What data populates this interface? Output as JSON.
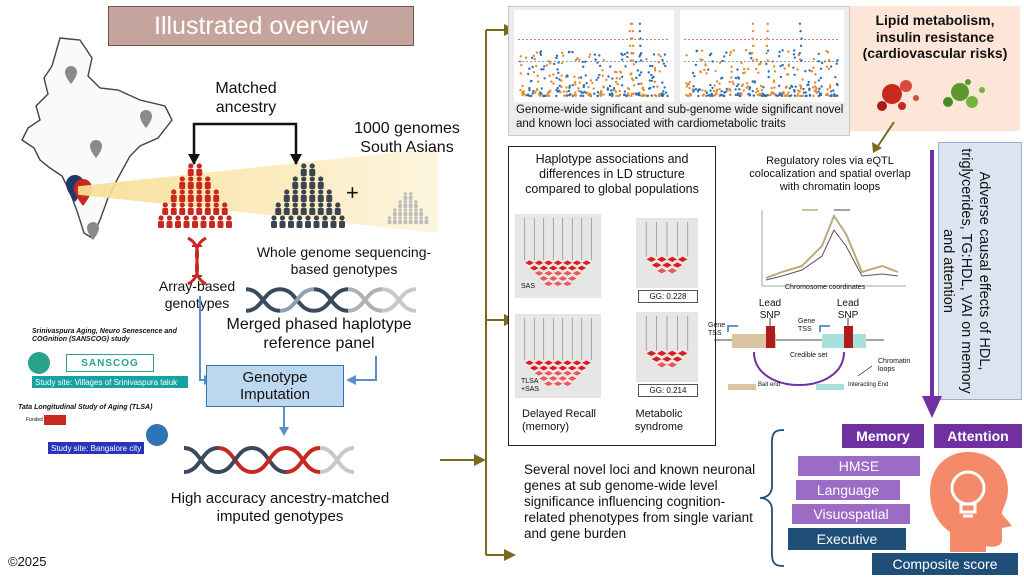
{
  "overview": {
    "title": "Illustrated overview",
    "matched_ancestry": "Matched ancestry",
    "thousand_genomes": "1000 genomes South Asians",
    "plus": "+",
    "array_genotypes": "Array-based genotypes",
    "wgs_genotypes": "Whole genome sequencing-based genotypes",
    "merged_panel": "Merged phased haplotype reference panel",
    "imputation": "Genotype Imputation",
    "high_accuracy": "High accuracy ancestry-matched imputed genotypes",
    "copyright": "©2025"
  },
  "studies": {
    "sanscog_title": "Srinivaspura Aging, Neuro Senescence and COGnition (SANSCOG) study",
    "sanscog_site": "Study site: Villages of Srinivaspura taluk",
    "sanscog_logo": "SANSCOG",
    "tlsa_title": "Tata Longitudinal Study of Aging (TLSA)",
    "tlsa_site": "Study site: Bangalore city",
    "tlsa_funded": "Funded by"
  },
  "gwas": {
    "caption": "Genome-wide significant and sub-genome wide significant novel and known loci associated with cardiometabolic traits"
  },
  "lipid": {
    "title": "Lipid metabolism, insulin resistance (cardiovascular risks)"
  },
  "haplotype": {
    "title": "Haplotype associations and differences in LD structure compared to global populations",
    "sas_label": "SAS",
    "tlsa_sas_label": "TLSA +SAS",
    "gg1": "GG: 0.228",
    "gg2": "GG: 0.214",
    "delayed_recall": "Delayed Recall (memory)",
    "metabolic": "Metabolic syndrome"
  },
  "regulatory": {
    "title": "Regulatory roles via eQTL colocalization and spatial overlap with chromatin loops",
    "lead_snp": "Lead SNP",
    "gene_tss": "Gene TSS",
    "credible_set": "Credible set",
    "chromatin_loops": "Chromatin loops",
    "bait_end": "Bait end",
    "interacting_end": "Interacting End",
    "x_axis": "Chromosome coordinates"
  },
  "adverse": {
    "text": "Adverse causal effects of HDL, triglycerides, TG:HDL, VAI on memory and attention"
  },
  "neuronal": {
    "text": "Several novel loci and known neuronal genes at sub genome-wide level significance influencing cognition-related phenotypes from single variant and gene burden"
  },
  "cognition": {
    "memory": "Memory",
    "attention": "Attention",
    "hmse": "HMSE",
    "language": "Language",
    "visuospatial": "Visuospatial",
    "executive": "Executive",
    "composite": "Composite score"
  },
  "colors": {
    "arrow": "#7a6a1e",
    "purple": "#7030a0",
    "purple_light": "#9b6bc6",
    "navy": "#1f4e79",
    "red_people": "#c8281e",
    "dark_people": "#3a4550",
    "imputation_bg": "#bdd7ee"
  }
}
